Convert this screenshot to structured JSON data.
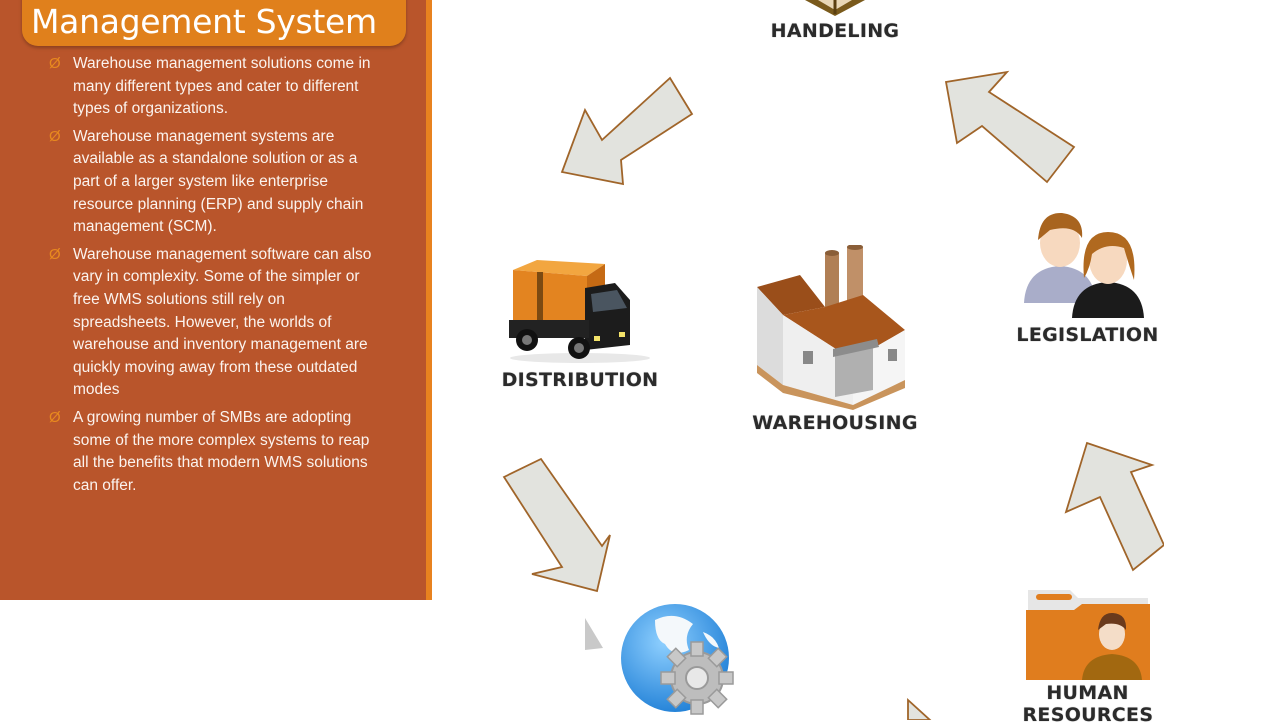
{
  "slide": {
    "title": "Management System",
    "bullet_marker": "Ø",
    "bullets": [
      "Warehouse management solutions come in many different types and cater to different types of organizations.",
      "Warehouse management systems are available as a standalone solution or as a part of a larger system like enterprise resource planning (ERP) and supply chain management (SCM).",
      "Warehouse management software can also vary in complexity. Some of the simpler or free WMS solutions still rely on spreadsheets. However, the worlds of warehouse and inventory management are quickly moving away from these outdated modes",
      " A growing number of SMBs are adopting some of the more complex systems to reap all the benefits that modern WMS solutions can offer."
    ],
    "colors": {
      "panel": "#b9552b",
      "title_box": "#e0801c",
      "accent_edge": "#e8821f",
      "arrow_fill": "#e2e3de",
      "arrow_stroke": "#a0652a"
    }
  },
  "diagram": {
    "center": {
      "label": "WAREHOUSING",
      "icon": "warehouse-icon"
    },
    "nodes": [
      {
        "label": "HANDELING",
        "icon": "box-icon"
      },
      {
        "label": "DISTRIBUTION",
        "icon": "truck-icon"
      },
      {
        "label": "LEGISLATION",
        "icon": "people-icon"
      },
      {
        "label": "HUMAN RESOURCES",
        "icon": "hr-folder-icon"
      },
      {
        "label": "",
        "icon": "globe-gear-icon"
      }
    ]
  }
}
